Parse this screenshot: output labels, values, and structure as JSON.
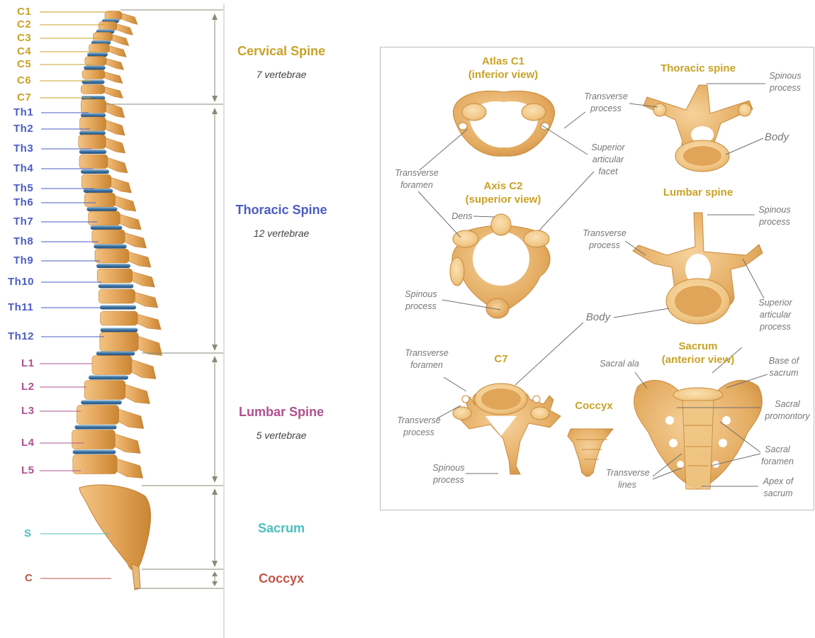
{
  "colors": {
    "cervical": "#c9a227",
    "thoracic": "#4b5cc4",
    "lumbar": "#b0508f",
    "sacrum": "#4cbfbf",
    "coccyx": "#c0564a",
    "bone": "#e3a55a",
    "disc": "#3a6f9e"
  },
  "vertebra_labels": {
    "cervical": [
      "C1",
      "C2",
      "C3",
      "C4",
      "C5",
      "C6",
      "C7"
    ],
    "thoracic": [
      "Th1",
      "Th2",
      "Th3",
      "Th4",
      "Th5",
      "Th6",
      "Th7",
      "Th8",
      "Th9",
      "Th10",
      "Th11",
      "Th12"
    ],
    "lumbar": [
      "L1",
      "L2",
      "L3",
      "L4",
      "L5"
    ],
    "sacrum": "S",
    "coccyx": "C"
  },
  "sections": {
    "cervical": {
      "title": "Cervical Spine",
      "count": "7 vertebrae"
    },
    "thoracic": {
      "title": "Thoracic Spine",
      "count": "12 vertebrae"
    },
    "lumbar": {
      "title": "Lumbar Spine",
      "count": "5 vertebrae"
    },
    "sacrum": {
      "title": "Sacrum"
    },
    "coccyx": {
      "title": "Coccyx"
    }
  },
  "detail": {
    "titles": {
      "atlas": "Atlas C1\n(inferior view)",
      "axis": "Axis C2\n(superior view)",
      "thoracic": "Thoracic spine",
      "lumbar": "Lumbar spine",
      "c7": "C7",
      "coccyx": "Coccyx",
      "sacrum": "Sacrum\n(anterior view)"
    },
    "annotations": {
      "transverse_process_1": "Transverse\nprocess",
      "superior_articular_facet": "Superior\narticular\nfacet",
      "transverse_foramen_1": "Transverse\nforamen",
      "dens": "Dens",
      "spinous_process_axis": "Spinous\nprocess",
      "spinous_process_thoracic": "Spinous\nprocess",
      "body_thoracic": "Body",
      "spinous_process_lumbar": "Spinous\nprocess",
      "transverse_process_2": "Transverse\nprocess",
      "superior_articular_process": "Superior\narticular\nprocess",
      "body_center": "Body",
      "transverse_foramen_2": "Transverse\nforamen",
      "transverse_process_c7": "Transverse\nprocess",
      "spinous_process_c7": "Spinous\nprocess",
      "sacral_ala": "Sacral ala",
      "base_of_sacrum": "Base of\nsacrum",
      "sacral_promontory": "Sacral\npromontory",
      "sacral_foramen": "Sacral\nforamen",
      "transverse_lines": "Transverse\nlines",
      "apex_of_sacrum": "Apex of\nsacrum"
    }
  }
}
